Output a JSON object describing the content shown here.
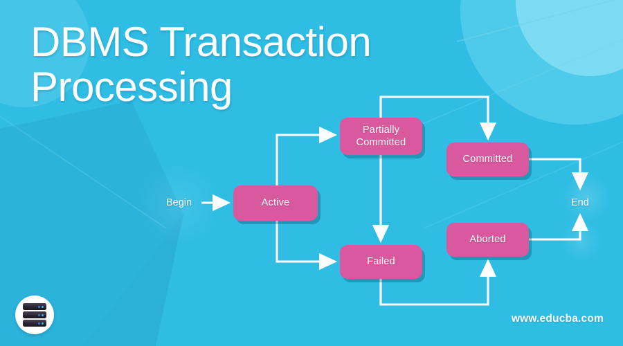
{
  "page": {
    "title": "DBMS Transaction\nProcessing",
    "background_color": "#2fbde4",
    "node_color": "#d9599e",
    "arrow_color": "#ffffff"
  },
  "branding": {
    "logo_icon": "database-stack-icon",
    "site_url": "www.educba.com"
  },
  "diagram": {
    "type": "state-diagram",
    "start_label": "Begin",
    "end_label": "End",
    "nodes": [
      {
        "id": "active",
        "label": "Active"
      },
      {
        "id": "partially",
        "label": "Partially\nCommitted"
      },
      {
        "id": "failed",
        "label": "Failed"
      },
      {
        "id": "committed",
        "label": "Committed"
      },
      {
        "id": "aborted",
        "label": "Aborted"
      }
    ],
    "edges": [
      {
        "from": "Begin",
        "to": "Active"
      },
      {
        "from": "Active",
        "to": "Partially Committed"
      },
      {
        "from": "Active",
        "to": "Failed"
      },
      {
        "from": "Partially Committed",
        "to": "Failed"
      },
      {
        "from": "Partially Committed",
        "to": "Committed"
      },
      {
        "from": "Failed",
        "to": "Aborted"
      },
      {
        "from": "Committed",
        "to": "End"
      },
      {
        "from": "Aborted",
        "to": "End"
      }
    ]
  }
}
